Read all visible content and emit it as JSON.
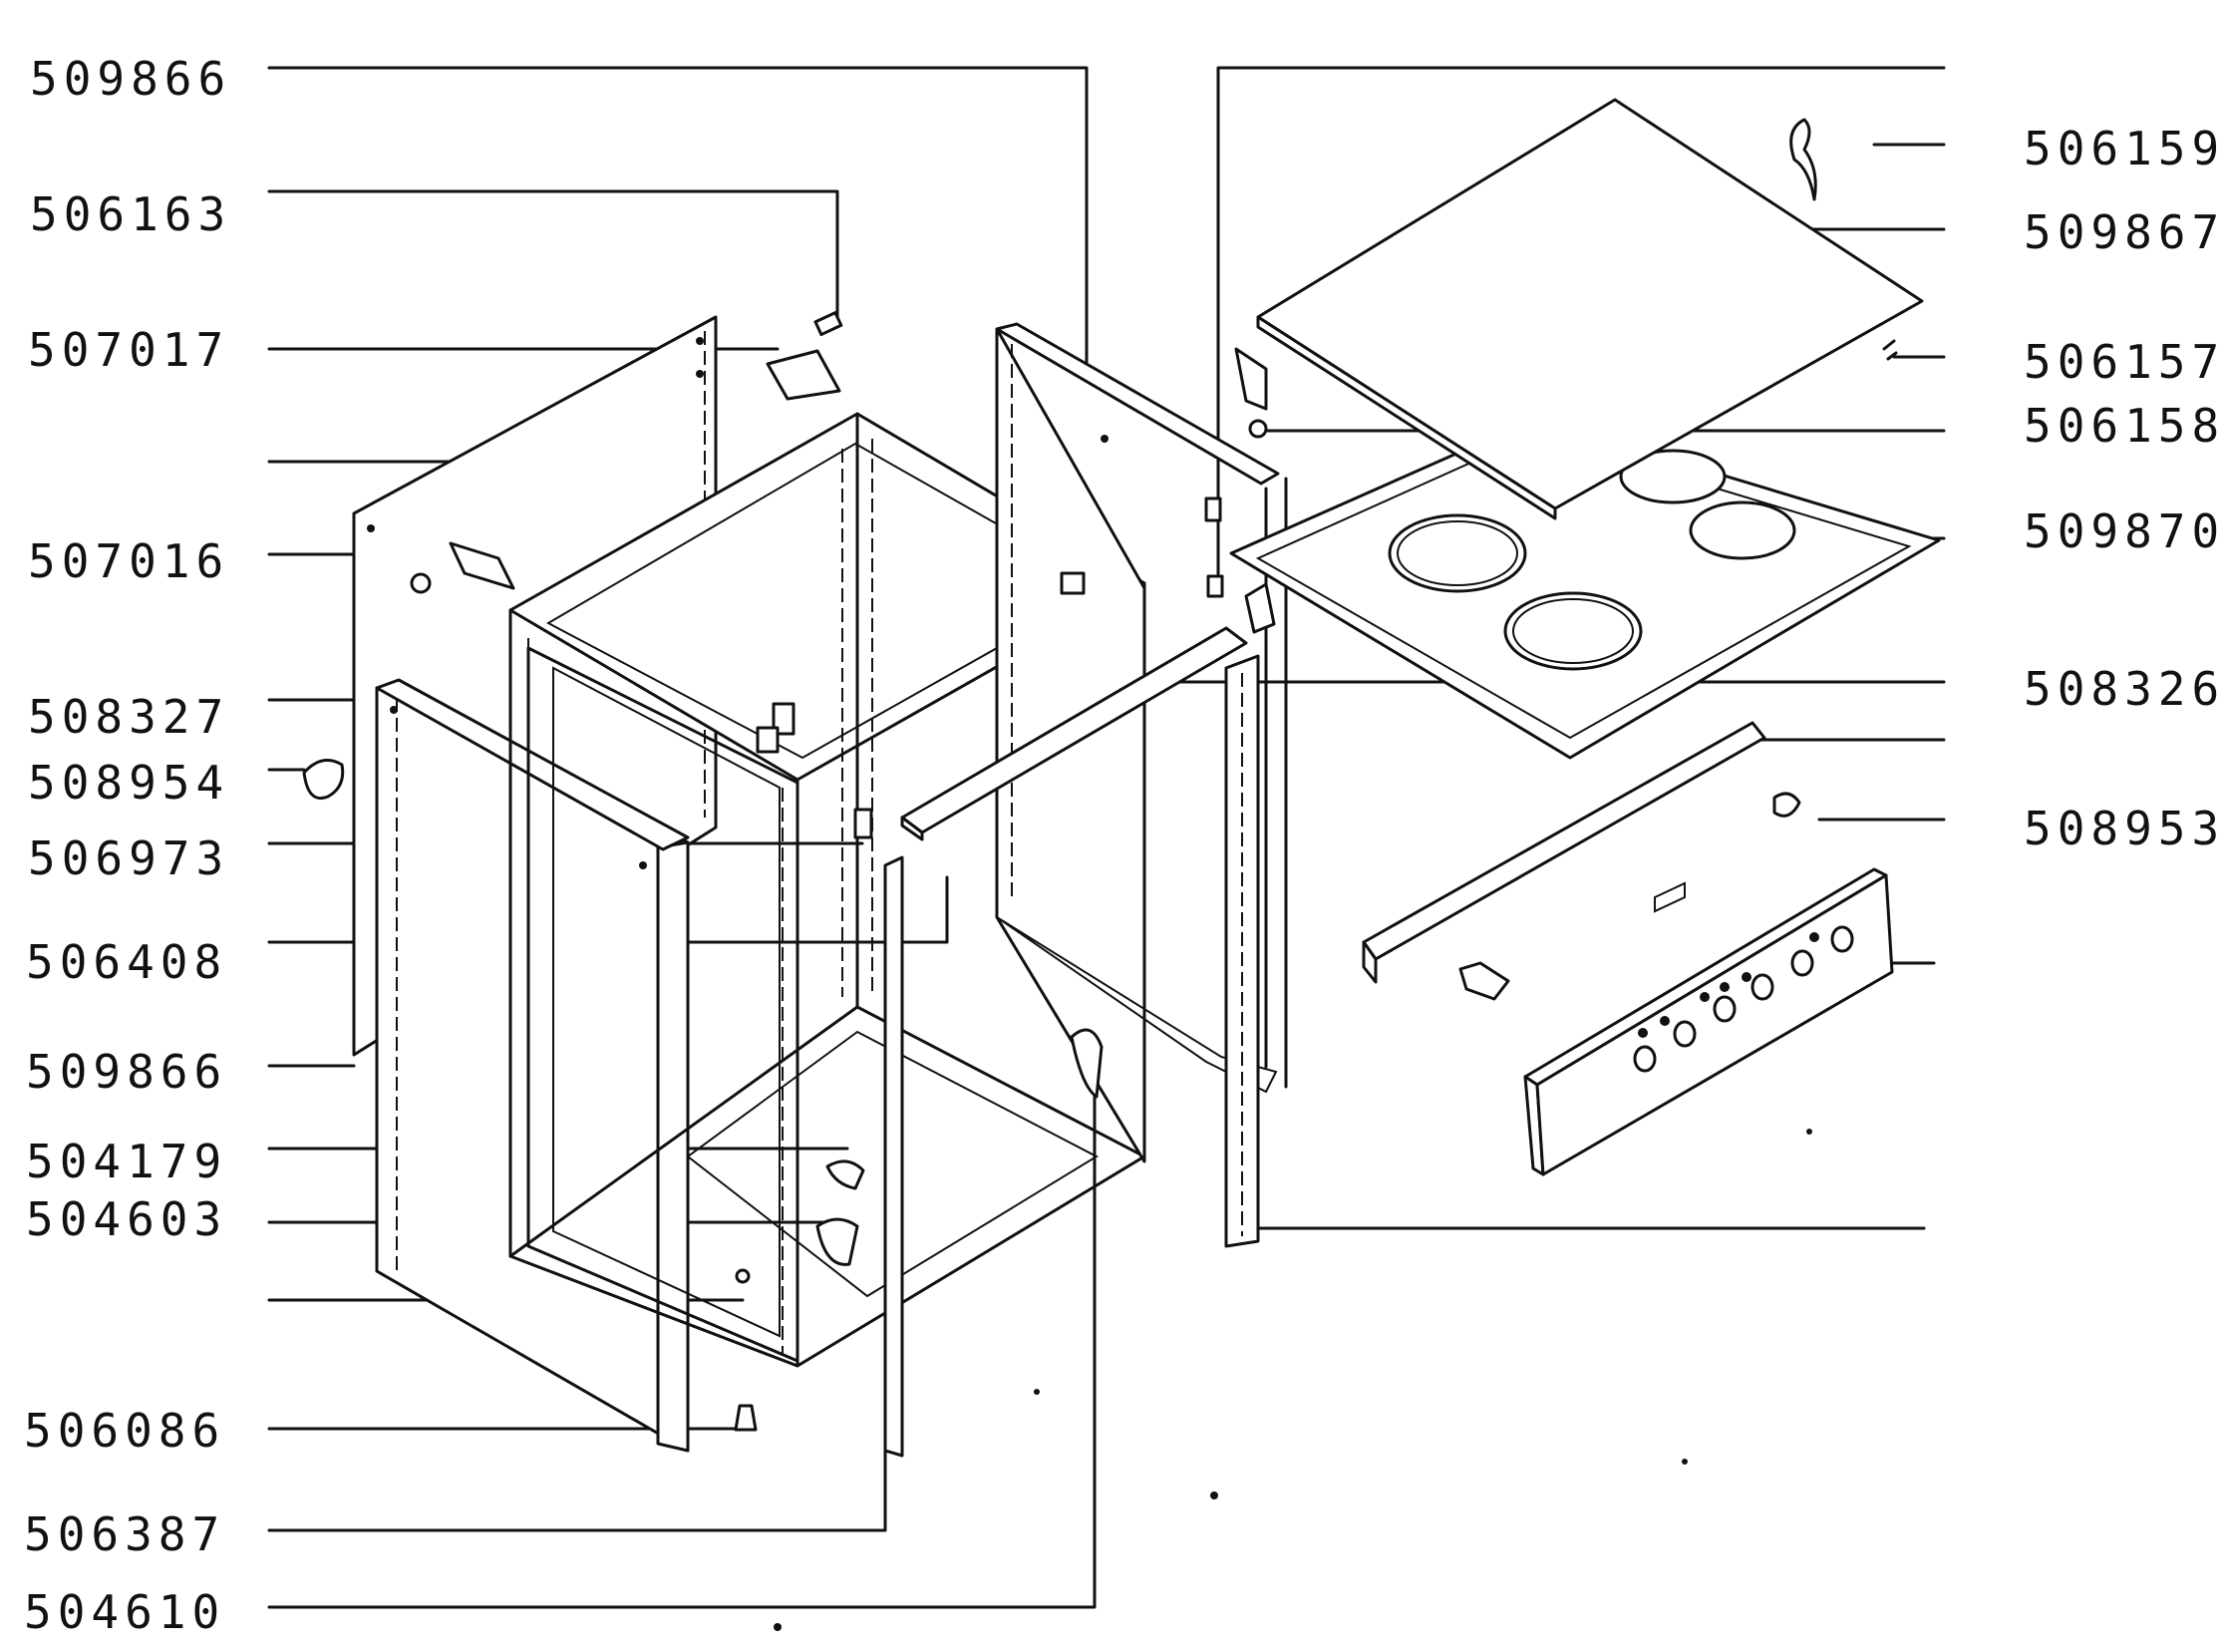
{
  "labels_left": [
    "509866",
    "506163",
    "507017",
    "507016",
    "508327",
    "508954",
    "506973",
    "506408",
    "509866",
    "504179",
    "504603",
    "506086",
    "506387",
    "504610"
  ],
  "labels_right": [
    "506159",
    "509867",
    "506157",
    "506158",
    "509870",
    "508326",
    "508953"
  ]
}
